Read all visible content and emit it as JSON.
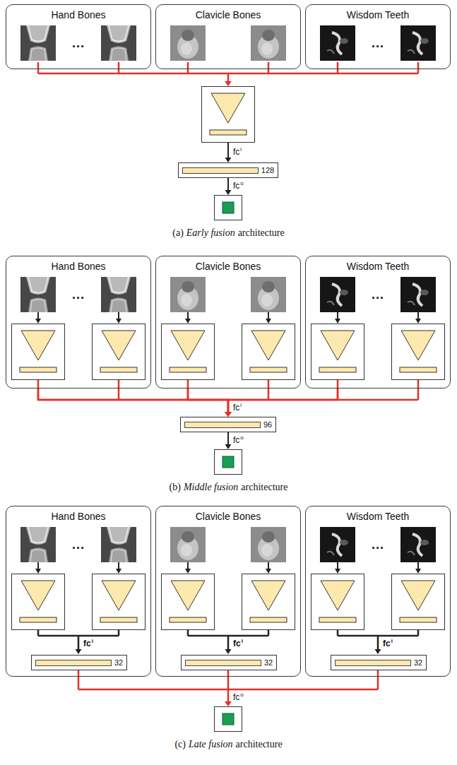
{
  "diagram": {
    "nodes": [
      {
        "text": [
          "Hand Bones"
        ]
      },
      {
        "text": [
          "Clavicle Bones"
        ]
      },
      {
        "text": [
          "Wisdom Teeth"
        ]
      },
      {
        "text": [
          "128"
        ]
      },
      {
        "text": [
          "Hand Bones"
        ]
      },
      {
        "text": [
          "Clavicle Bones"
        ]
      },
      {
        "text": [
          "Wisdom Teeth"
        ]
      },
      {
        "text": [
          "96"
        ]
      },
      {
        "text": [
          "Hand Bones"
        ]
      },
      {
        "text": [
          "32"
        ],
        "in": 8
      },
      {
        "text": [
          "Clavicle Bones"
        ]
      },
      {
        "text": [
          "32"
        ],
        "in": 10
      },
      {
        "text": [
          "Wisdom Teeth"
        ]
      },
      {
        "text": [
          "32"
        ],
        "in": 12
      }
    ],
    "edges": [
      {
        "from": 4,
        "to": 7,
        "arrow": "to"
      },
      {
        "from": 5,
        "to": 7,
        "arrow": "to"
      },
      {
        "from": 6,
        "to": 7,
        "arrow": "to"
      }
    ],
    "labels": [
      "...",
      "...",
      "fc",
      "i",
      "fc",
      "o",
      "(a)",
      "Early fusion",
      "architecture",
      "...",
      "...",
      "fc",
      "i",
      "fc",
      "o",
      "(b)",
      "Middle fusion",
      "architecture",
      "...",
      "...",
      "fc",
      "i",
      "fc",
      "i",
      "fc",
      "i",
      "fc",
      "o",
      "(c)",
      "Late fusion",
      "architecture"
    ]
  }
}
